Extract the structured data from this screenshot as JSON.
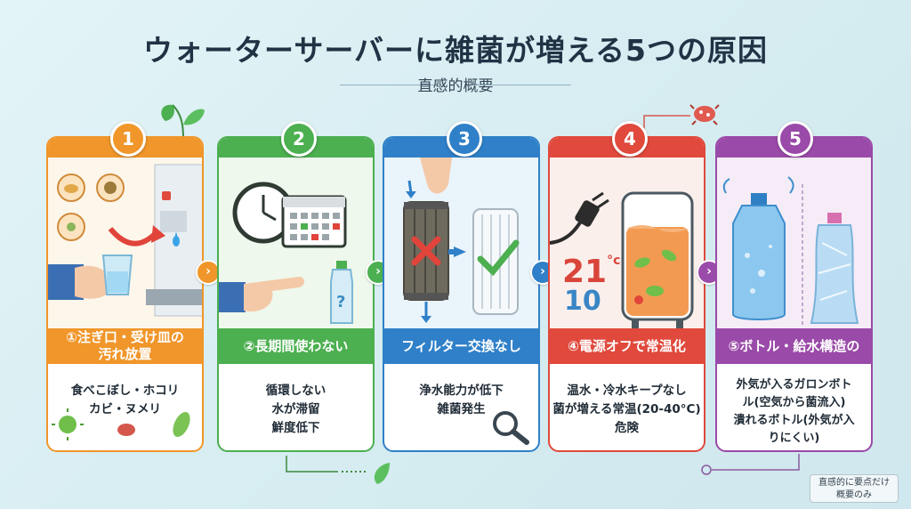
{
  "header": {
    "title": "ウォーターサーバーに雑菌が増える5つの原因",
    "subtitle": "直感的概要"
  },
  "colors": {
    "orange": "#f0962a",
    "green": "#4caf50",
    "blue": "#2f80c8",
    "red": "#e0493c",
    "purple": "#9a4aa8"
  },
  "causes": [
    {
      "number": "1",
      "label": "①注ぎ口・受け皿の汚れ放置",
      "label_line1": "①注ぎ口・受け皿の",
      "label_line2": "汚れ放置",
      "desc_line1": "食べこぼし・ホコリ",
      "desc_line2": "カビ・ヌメリ",
      "desc_line3": ""
    },
    {
      "number": "2",
      "label": "②長期間使わない",
      "label_line1": "②長期間使わない",
      "label_line2": "",
      "desc_line1": "循環しない",
      "desc_line2": "水が滞留",
      "desc_line3": "鮮度低下"
    },
    {
      "number": "3",
      "label": "フィルター交換なし",
      "label_line1": "フィルター交換なし",
      "label_line2": "",
      "desc_line1": "浄水能力が低下",
      "desc_line2": "雑菌発生",
      "desc_line3": ""
    },
    {
      "number": "4",
      "label": "④電源オフで常温化",
      "label_line1": "④電源オフで常温化",
      "label_line2": "",
      "desc_line1": "温水・冷水キープなし",
      "desc_line2": "菌が増える常温(20-40°C)",
      "desc_line3": "危険"
    },
    {
      "number": "5",
      "label": "⑤ボトル・給水構造の",
      "label_line1": "⑤ボトル・給水構造の",
      "label_line2": "",
      "desc_line1": "外気が入るガロンボト",
      "desc_line2": "ル(空気から菌流入)",
      "desc_line3": "潰れるボトル(外気が入",
      "desc_line4": "りにくい)"
    }
  ],
  "panel4_temp": {
    "top": "21°c",
    "bottom": "10"
  },
  "panel4_temp_top": "21",
  "panel4_temp_unit": "°c",
  "panel4_temp_bottom": "10",
  "arrow_glyph": "›",
  "footer_note": {
    "line1": "直感的に要点だけ",
    "line2": "概要のみ"
  },
  "icons": [
    "leaf-icon",
    "faucet-icon",
    "cup-icon",
    "clock-icon",
    "calendar-icon",
    "hand-icon",
    "bottle-icon",
    "filter-icon",
    "cross-icon",
    "check-icon",
    "plug-icon",
    "tank-icon",
    "germ-icon",
    "jug-icon",
    "magnifier-icon"
  ]
}
